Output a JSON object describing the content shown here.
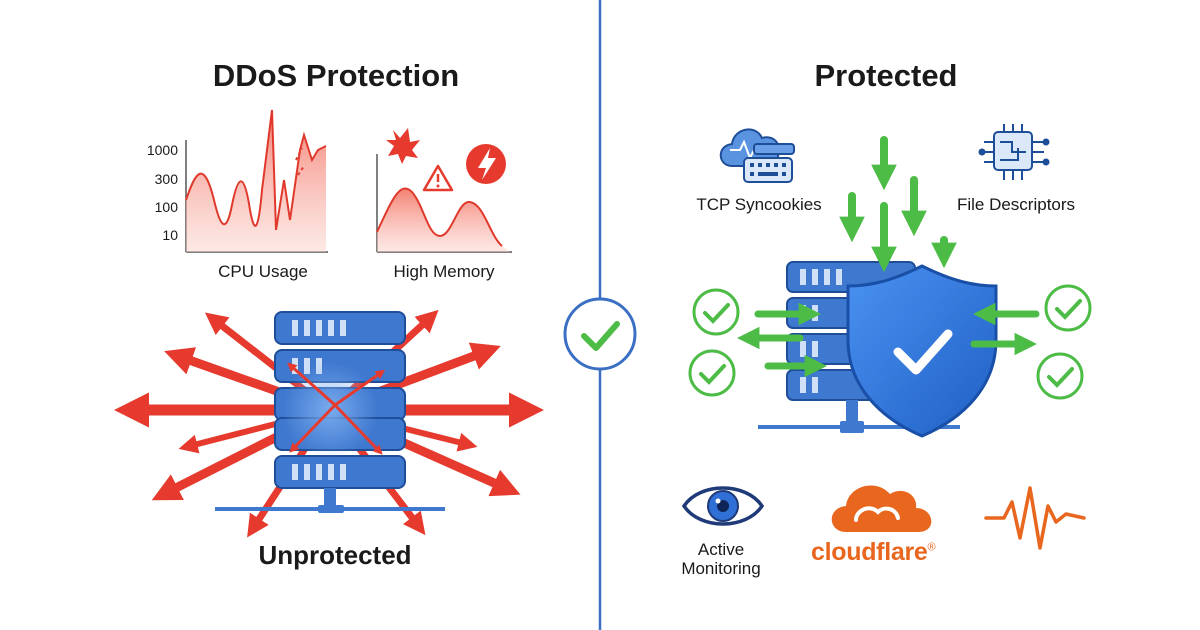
{
  "left": {
    "title": "DDoS Protection",
    "chart_ticks": [
      "1000",
      "300",
      "100",
      "10"
    ],
    "cpu_caption": "CPU Usage",
    "memory_caption": "High Memory",
    "status_label": "Unprotected"
  },
  "right": {
    "title": "Protected",
    "tcp_label": "TCP Syncookies",
    "fd_label": "File Descriptors",
    "monitor_label_line1": "Active",
    "monitor_label_line2": "Monitoring",
    "brand_name": "cloudflare",
    "brand_mark": "®"
  },
  "colors": {
    "divider": "#3a6fc4",
    "server": "#3f78cf",
    "attack_red": "#e63a2e",
    "safe_green": "#4cbc47",
    "shield_blue": "#2f7ae5",
    "brand_orange": "#e8661e"
  },
  "icons": [
    "check-circle-icon",
    "cloud-keyboard-icon",
    "chip-icon",
    "shield-check-icon",
    "eye-icon",
    "cloudflare-cloud-icon",
    "heartbeat-icon",
    "explosion-icon",
    "warning-icon",
    "lightning-icon"
  ]
}
